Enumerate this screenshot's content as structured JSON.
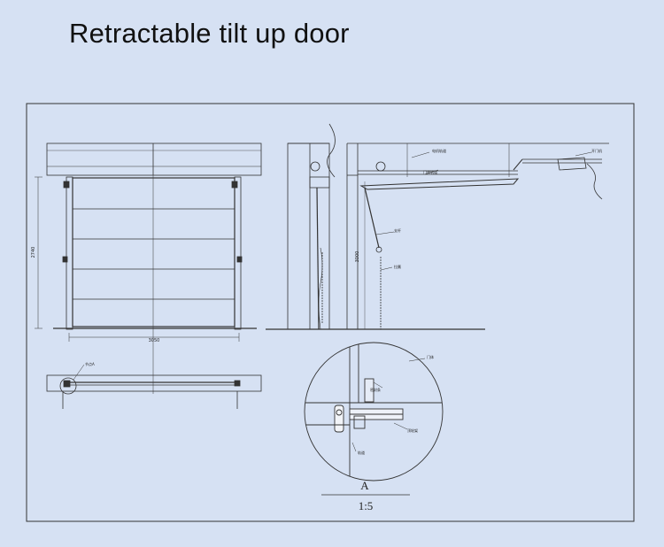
{
  "title": "Retractable tilt up door",
  "front_view": {
    "width_dim": "3050",
    "height_dim": "2740"
  },
  "side_view": {
    "height_dim": "3000",
    "labels": {
      "motor_track": "电机轨道",
      "door_track": "门体轨道",
      "opener": "开门机",
      "support_rod": "支杆",
      "spring": "拉簧"
    }
  },
  "plan_view": {
    "node_label": "节点A"
  },
  "detail": {
    "labels": {
      "door_body": "门体",
      "seal_strip": "密封条",
      "top_wheel_frame": "顶轮架",
      "track": "轨道"
    },
    "name": "A",
    "scale": "1:5"
  }
}
